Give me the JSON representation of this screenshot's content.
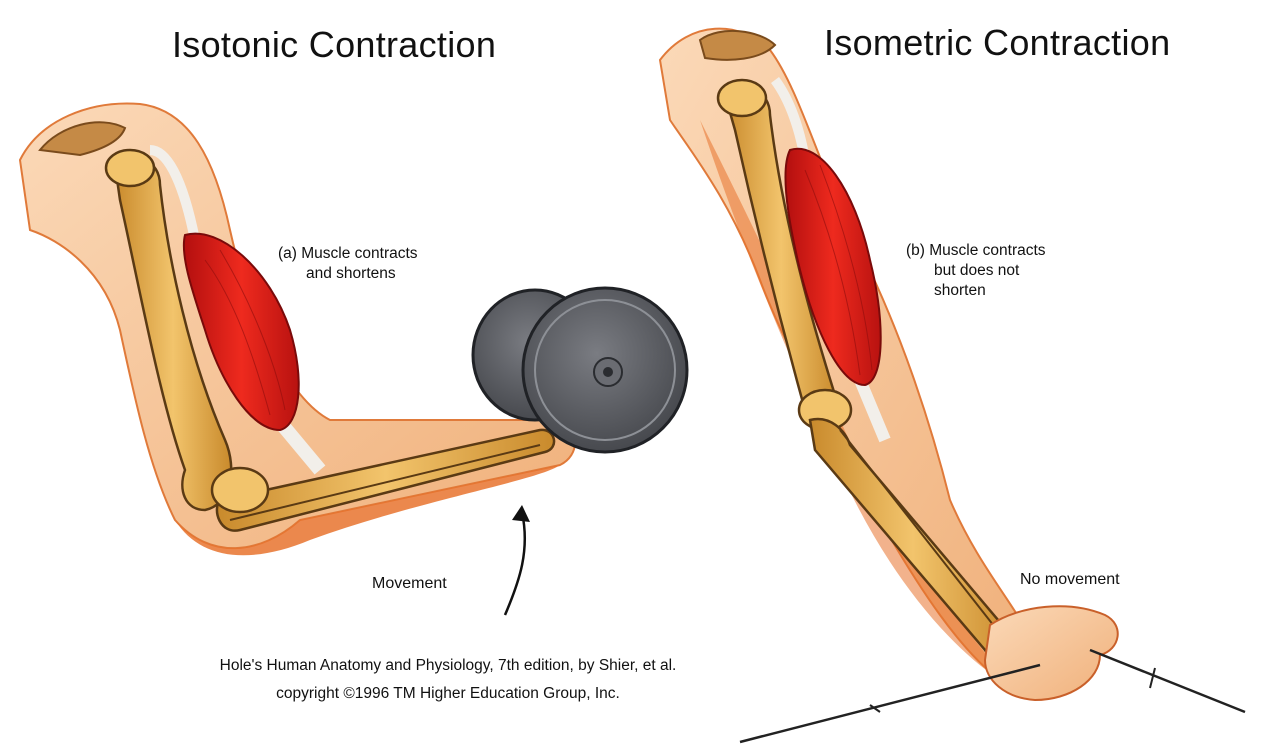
{
  "titles": {
    "left": "Isotonic Contraction",
    "right": "Isometric Contraction"
  },
  "captions": {
    "a_line1": "(a) Muscle contracts",
    "a_line2": "and shortens",
    "b_line1": "(b) Muscle contracts",
    "b_line2": "but does not",
    "b_line3": "shorten"
  },
  "labels": {
    "movement": "Movement",
    "no_movement": "No movement"
  },
  "credit": {
    "line1": "Hole's Human Anatomy and Physiology, 7th edition, by Shier, et al.",
    "line2": "copyright ©1996 TM Higher Education Group, Inc."
  },
  "colors": {
    "skin": "#f6c9a0",
    "skin_shadow": "#e8732e",
    "muscle": "#e0201b",
    "bone": "#e8b455",
    "tendon": "#f2efea",
    "weight": "#56585e"
  }
}
